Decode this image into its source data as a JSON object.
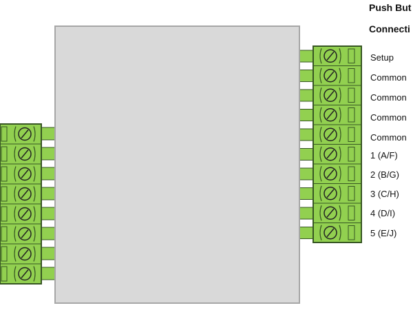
{
  "title_lines": [
    "Push But",
    "Connecti"
  ],
  "right_labels": [
    "Setup",
    "Common",
    "Common",
    "Common",
    "Common",
    "1 (A/F)",
    "2 (B/G)",
    "3 (C/H)",
    "4 (D/I)",
    "5 (E/J)"
  ],
  "left_terminal_count": 8,
  "colors": {
    "module_fill": "#d9d9d9",
    "module_stroke": "#a6a6a6",
    "terminal_fill": "#92d050",
    "terminal_stroke": "#375623",
    "screw_stroke": "#222222"
  }
}
